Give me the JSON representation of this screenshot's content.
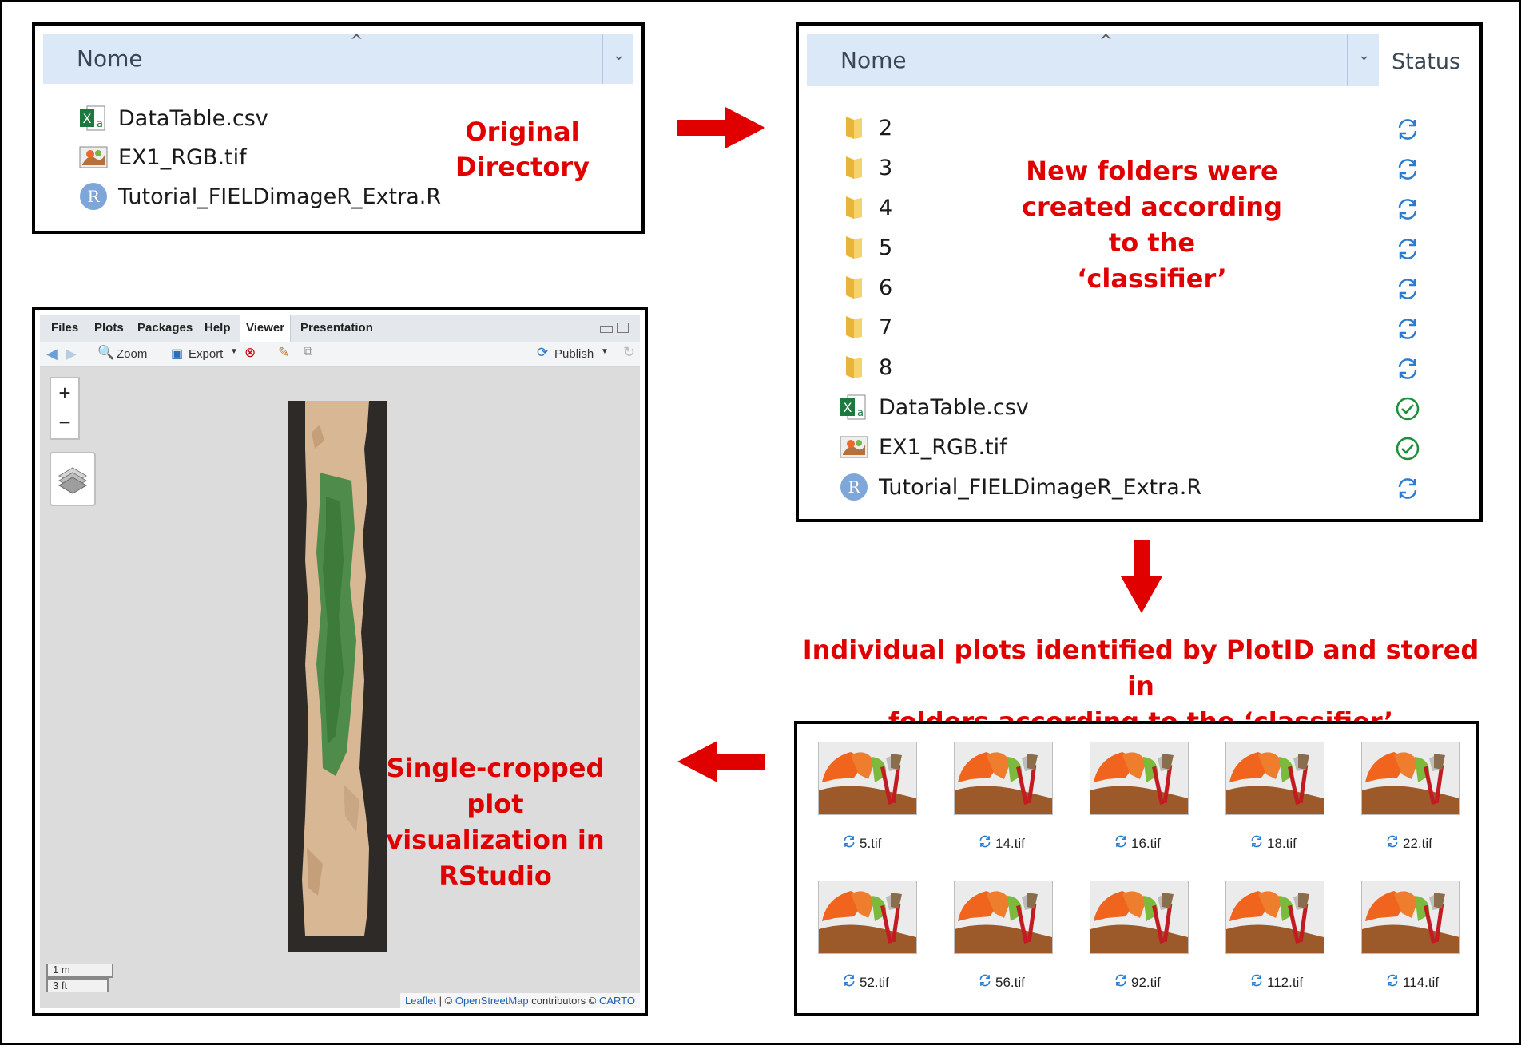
{
  "original_panel": {
    "header": "Nome",
    "files": [
      {
        "name": "DataTable.csv",
        "icon": "excel-csv-icon"
      },
      {
        "name": "EX1_RGB.tif",
        "icon": "image-tif-icon"
      },
      {
        "name": "Tutorial_FIELDimageR_Extra.R",
        "icon": "r-script-icon"
      }
    ],
    "label_line1": "Original",
    "label_line2": "Directory"
  },
  "new_panel": {
    "header": "Nome",
    "status_header": "Status",
    "items": [
      {
        "name": "2",
        "type": "folder",
        "status": "sync"
      },
      {
        "name": "3",
        "type": "folder",
        "status": "sync"
      },
      {
        "name": "4",
        "type": "folder",
        "status": "sync"
      },
      {
        "name": "5",
        "type": "folder",
        "status": "sync"
      },
      {
        "name": "6",
        "type": "folder",
        "status": "sync"
      },
      {
        "name": "7",
        "type": "folder",
        "status": "sync"
      },
      {
        "name": "8",
        "type": "folder",
        "status": "sync"
      },
      {
        "name": "DataTable.csv",
        "type": "csv",
        "status": "ok"
      },
      {
        "name": "EX1_RGB.tif",
        "type": "tif",
        "status": "ok"
      },
      {
        "name": "Tutorial_FIELDimageR_Extra.R",
        "type": "r",
        "status": "sync"
      }
    ],
    "label_lines": [
      "New folders were",
      "created according",
      "to the",
      "‘classifier’"
    ]
  },
  "plots_caption": {
    "line1": "Individual plots identified by PlotID and stored in",
    "line2": "folders according to the ‘classifier’"
  },
  "plots_panel": {
    "row1": [
      "5.tif",
      "14.tif",
      "16.tif",
      "18.tif",
      "22.tif"
    ],
    "row2": [
      "52.tif",
      "56.tif",
      "92.tif",
      "112.tif",
      "114.tif"
    ]
  },
  "rstudio": {
    "tabs": [
      "Files",
      "Plots",
      "Packages",
      "Help",
      "Viewer",
      "Presentation"
    ],
    "active_tab": "Viewer",
    "toolbar": {
      "zoom": "Zoom",
      "export": "Export",
      "publish": "Publish"
    },
    "zoom_in": "+",
    "zoom_out": "−",
    "scale_metric": "1 m",
    "scale_imperial": "3 ft",
    "attribution": {
      "leaflet": "Leaflet",
      "sep": " | © ",
      "osm": "OpenStreetMap",
      "contrib": " contributors © ",
      "carto": "CARTO"
    },
    "label_lines": [
      "Single-cropped",
      "plot",
      "visualization in",
      "RStudio"
    ]
  },
  "colors": {
    "accent_red": "#e00000",
    "header_blue": "#dbe8f7",
    "sync_blue": "#2b7bd0",
    "ok_green": "#1e8f3a",
    "link_blue": "#1f5fb0"
  }
}
